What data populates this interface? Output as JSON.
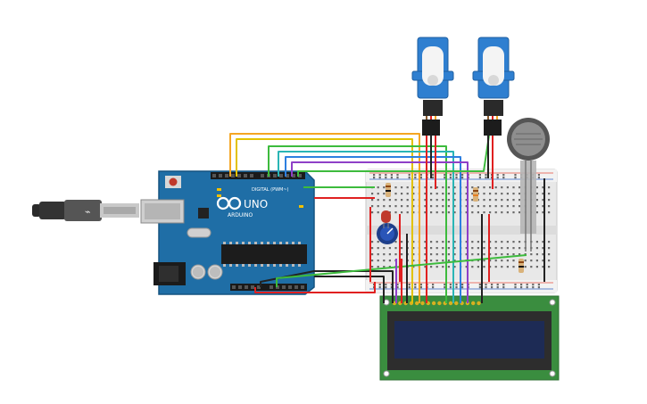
{
  "arduino": {
    "brand": "ARDUINO",
    "model": "UNO",
    "digital_label": "DIGITAL (PWM~)"
  },
  "colors": {
    "board": "#1f6ea6",
    "board_dark": "#155480",
    "breadboard": "#e8e8e8",
    "lcd_pcb": "#3a8d3f",
    "lcd_screen": "#1d2b55",
    "servo": "#2f7fd0",
    "wire_orange": "#f5a623",
    "wire_yellow": "#e2c200",
    "wire_green": "#3dbb3d",
    "wire_blue": "#2d7fe0",
    "wire_teal": "#2ab5b5",
    "wire_red": "#e02020",
    "wire_black": "#222222",
    "wire_purple": "#8e3fc8"
  },
  "components": {
    "usb_cable": "usb-cable",
    "servo_count": 2,
    "potentiometer": "potentiometer",
    "force_sensor": "force-sensor",
    "led": "red-led",
    "resistors": 3,
    "lcd": "lcd-16x2"
  }
}
